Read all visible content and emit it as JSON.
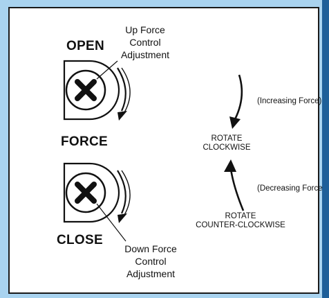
{
  "labels": {
    "open": "OPEN",
    "force": "FORCE",
    "close": "CLOSE",
    "up_force": "Up Force\nControl\nAdjustment",
    "down_force": "Down Force\nControl\nAdjustment",
    "rotate_cw": "ROTATE\nCLOCKWISE",
    "rotate_ccw": "ROTATE\nCOUNTER-CLOCKWISE",
    "increasing": "(Increasing Force)",
    "decreasing": "(Decreasing Force)"
  },
  "colors": {
    "frame": "#a9d3ef",
    "strip": "#1e5f99",
    "ink": "#111111"
  }
}
